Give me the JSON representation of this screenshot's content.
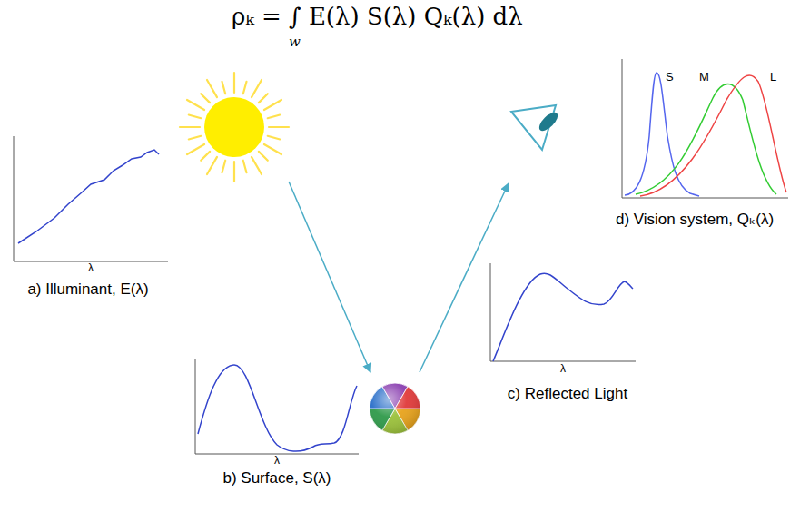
{
  "diagram": {
    "title": "ρₖ = ∫ E(λ) S(λ) Qₖ(λ) dλ",
    "labels": [
      "a) Illuminant, E(λ)",
      "λ",
      "b) Surface, S(λ)",
      "λ",
      "c) Reflected Light",
      "λ",
      "d) Vision system, Qₖ(λ)",
      "S",
      "M",
      "L",
      "w"
    ]
  }
}
